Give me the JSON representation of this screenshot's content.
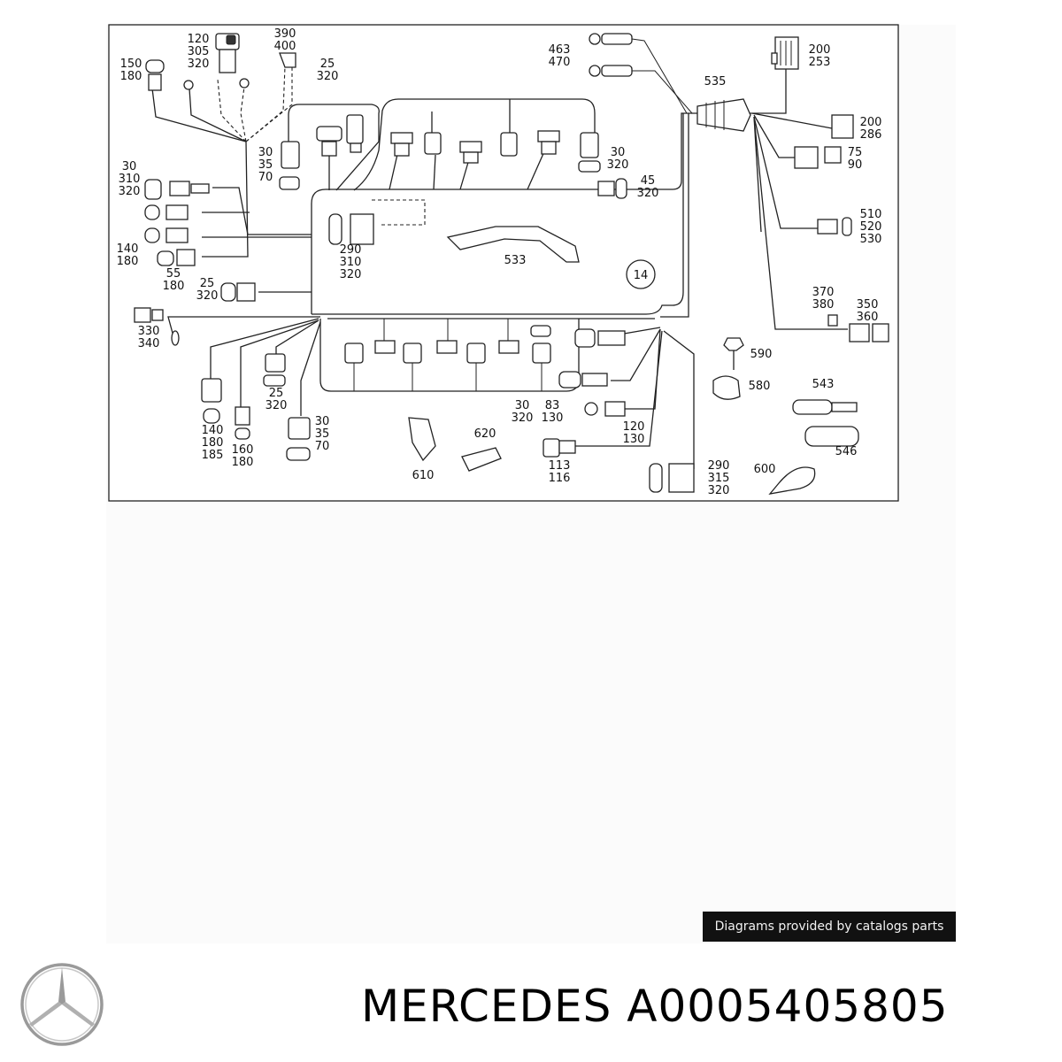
{
  "credit": "Diagrams provided by catalogs parts",
  "product": {
    "brand": "MERCEDES",
    "part_number": "A0005405805"
  },
  "callout": "14",
  "labels": {
    "l390": [
      "390",
      "400"
    ],
    "l120a": [
      "120",
      "305",
      "320"
    ],
    "l150": [
      "150",
      "180"
    ],
    "l25a": [
      "25",
      "320"
    ],
    "l463": [
      "463",
      "470"
    ],
    "l535": [
      "535"
    ],
    "l200a": [
      "200",
      "253"
    ],
    "l200b": [
      "200",
      "286"
    ],
    "l75": [
      "75",
      "90"
    ],
    "l30a": [
      "30",
      "35",
      "70"
    ],
    "l30b": [
      "30",
      "320"
    ],
    "l45": [
      "45",
      "320"
    ],
    "l30c": [
      "30",
      "310",
      "320"
    ],
    "l140a": [
      "140",
      "180"
    ],
    "l290a": [
      "290",
      "310",
      "320"
    ],
    "l533": [
      "533"
    ],
    "l55": [
      "55",
      "180"
    ],
    "l25b": [
      "25",
      "320"
    ],
    "l510": [
      "510",
      "520",
      "530"
    ],
    "l370": [
      "370",
      "380"
    ],
    "l350": [
      "350",
      "360"
    ],
    "l330": [
      "330",
      "340"
    ],
    "l590": [
      "590"
    ],
    "l580": [
      "580"
    ],
    "l543": [
      "543"
    ],
    "l25c": [
      "25",
      "320"
    ],
    "l30d": [
      "30",
      "320"
    ],
    "l83": [
      "83",
      "130"
    ],
    "l120b": [
      "120",
      "130"
    ],
    "l546": [
      "546"
    ],
    "l140b": [
      "140",
      "180",
      "185"
    ],
    "l160": [
      "160",
      "180"
    ],
    "l30e": [
      "30",
      "35",
      "70"
    ],
    "l620": [
      "620"
    ],
    "l113": [
      "113",
      "116"
    ],
    "l290b": [
      "290",
      "315",
      "320"
    ],
    "l600": [
      "600"
    ],
    "l610": [
      "610"
    ]
  }
}
